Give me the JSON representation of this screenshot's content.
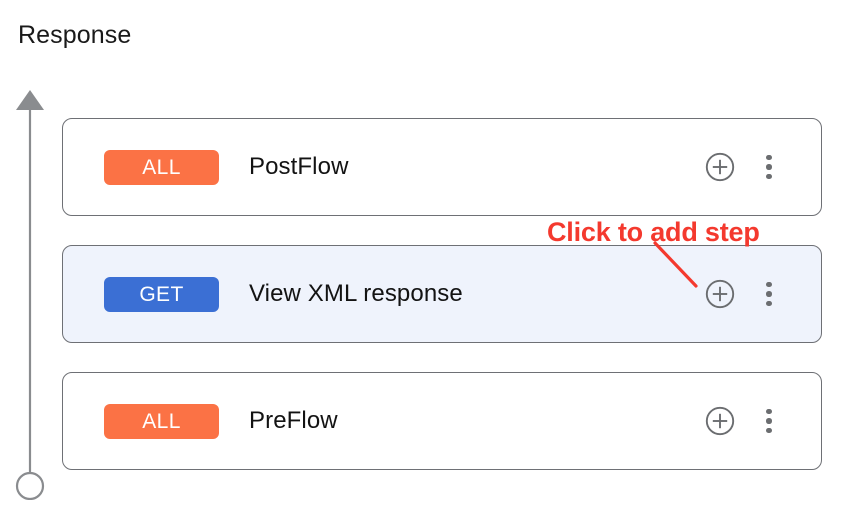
{
  "page": {
    "title": "Response"
  },
  "timeline": {
    "arrow_head_icon": "arrow-up-icon",
    "end_node_icon": "circle-outline-icon",
    "line_color": "#8a8c8f"
  },
  "annotation": {
    "text": "Click to add step",
    "color": "#f4392e",
    "arrow_icon": "pointer-arrow-icon"
  },
  "flow": {
    "steps": [
      {
        "badge": "ALL",
        "badge_type": "all",
        "badge_color": "#fb7245",
        "name": "PostFlow",
        "selected": false,
        "add_icon": "plus-circle-icon",
        "menu_icon": "kebab-menu-icon"
      },
      {
        "badge": "GET",
        "badge_type": "get",
        "badge_color": "#3b6fd4",
        "name": "View XML response",
        "selected": true,
        "add_icon": "plus-circle-icon",
        "menu_icon": "kebab-menu-icon"
      },
      {
        "badge": "ALL",
        "badge_type": "all",
        "badge_color": "#fb7245",
        "name": "PreFlow",
        "selected": false,
        "add_icon": "plus-circle-icon",
        "menu_icon": "kebab-menu-icon"
      }
    ]
  }
}
